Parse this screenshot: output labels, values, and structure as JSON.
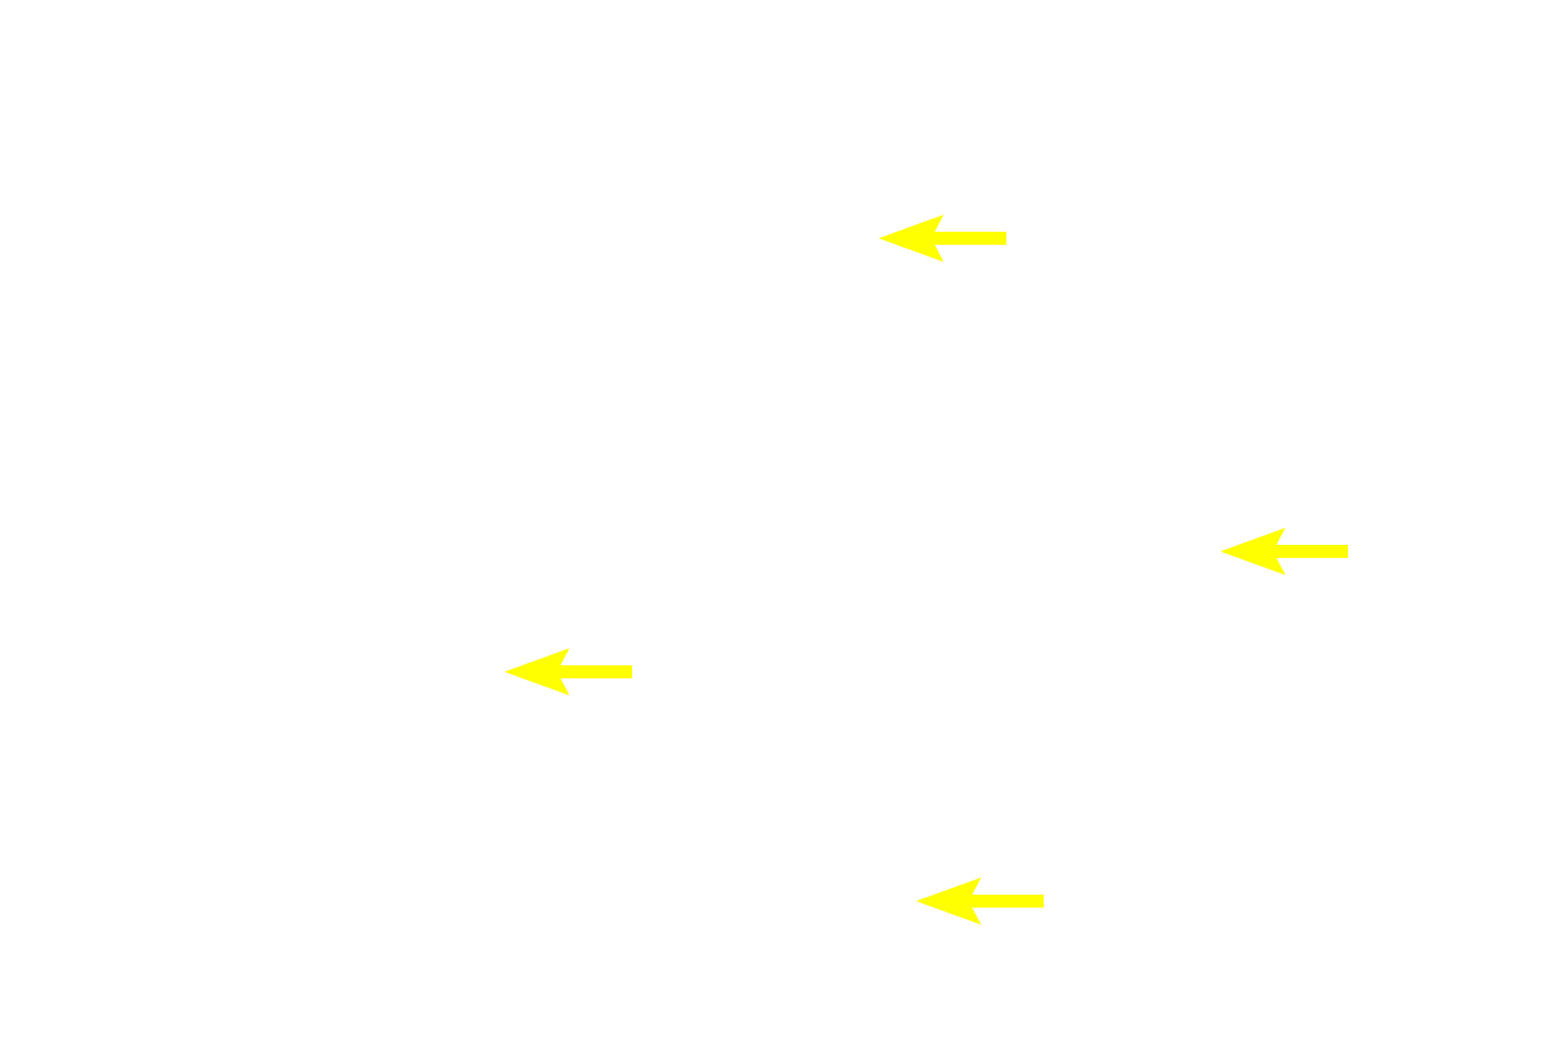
{
  "colors": {
    "background": "#ffffff",
    "arrow": "#ffff00"
  },
  "arrows": [
    {
      "icon": "arrow-left-icon",
      "direction": "left"
    },
    {
      "icon": "arrow-left-icon",
      "direction": "left"
    },
    {
      "icon": "arrow-left-icon",
      "direction": "left"
    },
    {
      "icon": "arrow-left-icon",
      "direction": "left"
    }
  ]
}
